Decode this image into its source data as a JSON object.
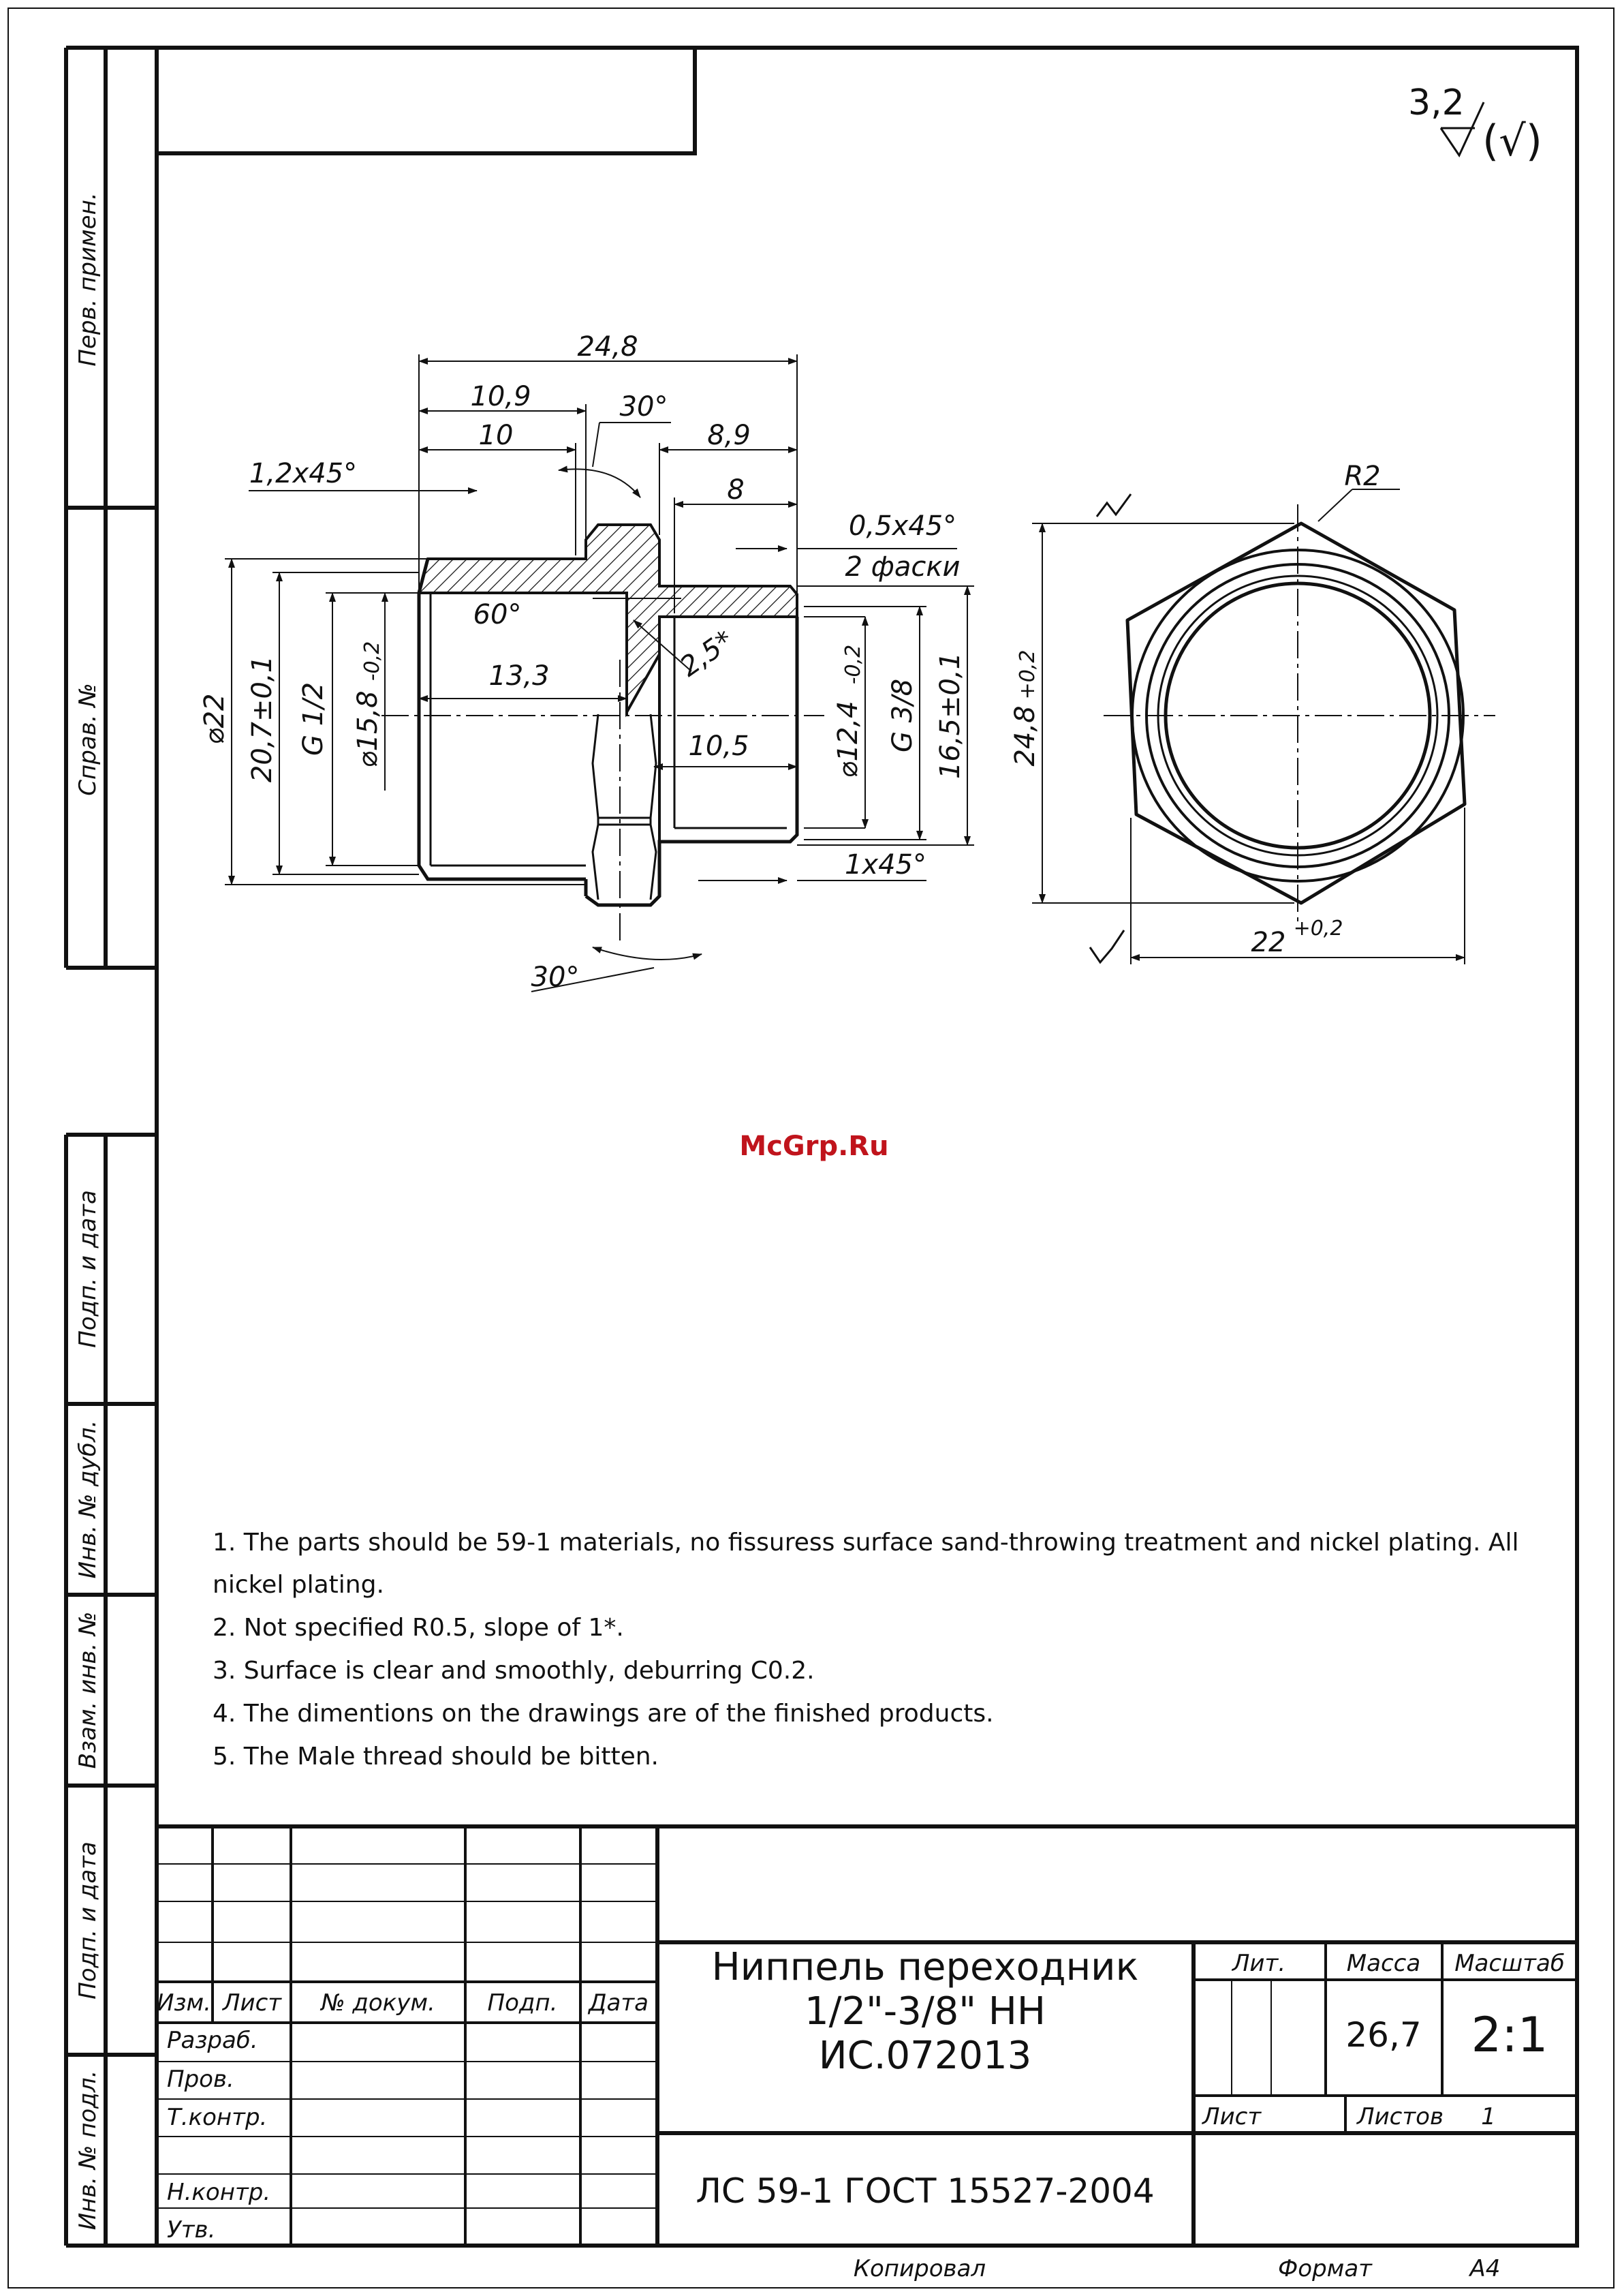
{
  "watermark": "McGrp.Ru",
  "roughness": {
    "value": "3,2",
    "rest": "(√)"
  },
  "side_labels": [
    "Перв. примен.",
    "Справ. №",
    "Подп. и дата",
    "Инв. № дубл.",
    "Взам. инв. №",
    "Подп. и дата",
    "Инв. № подл."
  ],
  "front_dims": {
    "total_length": "24,8",
    "len_10_9": "10,9",
    "len_10": "10",
    "angle_top": "30°",
    "len_8_9": "8,9",
    "len_8": "8",
    "chamfer_left": "1,2x45°",
    "chamfer_right": "0,5x45°",
    "chamfer_note": "2 фаски",
    "angle_inner": "60°",
    "len_13_3": "13,3",
    "groove": "2,5*",
    "len_10_5": "10,5",
    "chamfer_bottom": "1x45°",
    "angle_bottom": "30°",
    "dia_22": "⌀22",
    "dia_20_7": "20,7±0,1",
    "thread_g12": "G 1/2",
    "dia_15_8": "⌀15,8",
    "tol_15_8": "-0,2",
    "dia_12_4": "⌀12,4",
    "tol_12_4": "-0,2",
    "thread_g38": "G 3/8",
    "dia_16_5": "16,5±0,1"
  },
  "side_dims": {
    "radius": "R2",
    "height": "24,8",
    "height_tol": "+0,2",
    "width": "22",
    "width_tol": "+0,2"
  },
  "notes": [
    "1. The parts should be 59-1 materials, no fissuress surface sand-throwing treatment and nickel plating. All",
    "nickel plating.",
    "2. Not specified R0.5, slope of 1*.",
    "3. Surface is clear and smoothly, deburring C0.2.",
    "4. The dimentions on the drawings are of the finished products.",
    "5. The Male thread should be bitten."
  ],
  "title_block": {
    "col_headers": [
      "Изм.",
      "Лист",
      "№ докум.",
      "Подп.",
      "Дата"
    ],
    "roles": [
      "Разраб.",
      "Пров.",
      "Т.контр.",
      "",
      "Н.контр.",
      "Утв."
    ],
    "title_line1": "Ниппель переходник",
    "title_line2": "1/2\"-3/8\" НН",
    "title_line3": "ИС.072013",
    "lit_label": "Лит.",
    "mass_label": "Масса",
    "scale_label": "Масштаб",
    "mass_value": "26,7",
    "scale_value": "2:1",
    "sheet_label": "Лист",
    "sheets_label": "Листов",
    "sheets_value": "1",
    "material": "ЛС 59-1 ГОСТ 15527-2004"
  },
  "footer": {
    "copied": "Копировал",
    "format_label": "Формат",
    "format_value": "А4"
  }
}
